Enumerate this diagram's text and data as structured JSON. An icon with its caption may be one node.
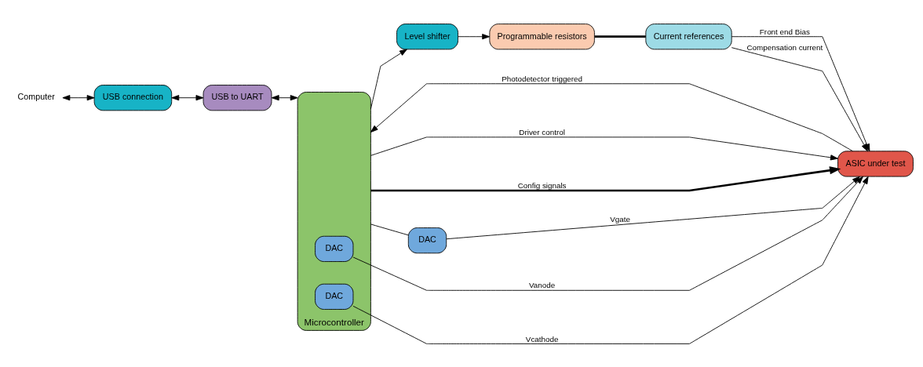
{
  "diagram": {
    "nodes": [
      {
        "text": [
          "Computer"
        ]
      },
      {
        "text": [
          "USB connection"
        ]
      },
      {
        "text": [
          "USB to UART"
        ]
      },
      {
        "text": [
          "Level shifter"
        ]
      },
      {
        "text": [
          "Microcontroller"
        ]
      },
      {
        "text": [
          "DAC"
        ]
      },
      {
        "text": [
          "DAC"
        ],
        "in": 4
      },
      {
        "text": [
          "DAC"
        ],
        "in": 4
      },
      {
        "text": [
          "ASIC under test"
        ]
      },
      {
        "text": [
          "Current references"
        ]
      },
      {
        "text": [
          "Programmable resistors"
        ]
      }
    ],
    "edges": [
      {
        "from": 0,
        "to": 1,
        "arrow": "both"
      },
      {
        "from": 1,
        "to": 2,
        "arrow": "both"
      },
      {
        "from": 2,
        "to": 4,
        "arrow": "both"
      },
      {
        "from": 4,
        "to": 3,
        "arrow": "to"
      },
      {
        "from": 3,
        "to": 10,
        "arrow": "to"
      },
      {
        "from": 8,
        "to": 4,
        "arrow": "to",
        "label": "Photodetector triggered"
      },
      {
        "from": 4,
        "to": 8,
        "arrow": "to",
        "label": "Driver control"
      },
      {
        "from": 4,
        "to": 8,
        "arrow": "to",
        "label": "Config signals",
        "style": "thick"
      },
      {
        "from": 4,
        "to": 5,
        "arrow": "none"
      },
      {
        "from": 5,
        "to": 8,
        "arrow": "to",
        "label": "Vgate"
      },
      {
        "from": 6,
        "to": 8,
        "arrow": "to",
        "label": "Vanode"
      },
      {
        "from": 7,
        "to": 8,
        "arrow": "to",
        "label": "Vcathode"
      },
      {
        "from": 9,
        "to": 8,
        "arrow": "to",
        "label": "Front end Bias"
      },
      {
        "from": 9,
        "to": 8,
        "arrow": "to",
        "label": "Compensation current"
      },
      {
        "from": 10,
        "to": 9,
        "arrow": "none",
        "style": "thick"
      }
    ]
  }
}
